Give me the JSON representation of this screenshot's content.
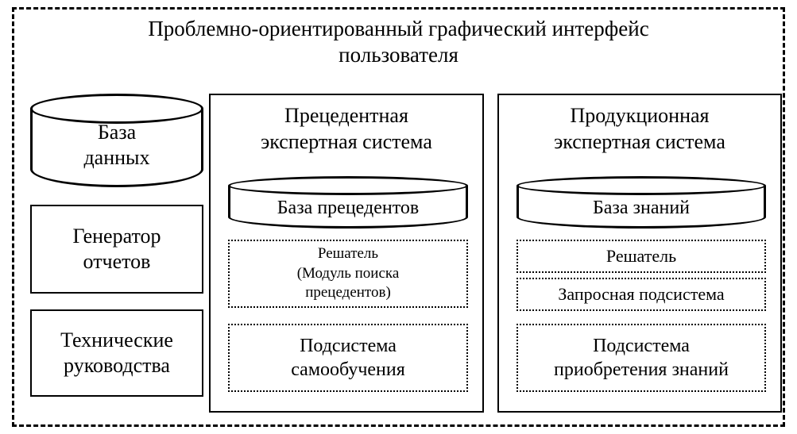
{
  "diagram": {
    "title": "Проблемно-ориентированный графический интерфейс\nпользователя",
    "left_column": {
      "database": "База\nданных",
      "report_generator": "Генератор\nотчетов",
      "technical_manuals": "Технические\nруководства"
    },
    "case_expert_system": {
      "title": "Прецедентная\nэкспертная система",
      "case_base": "База прецедентов",
      "solver": "Решатель\n(Модуль поиска\nпрецедентов)",
      "self_learning": "Подсистема\nсамообучения"
    },
    "production_expert_system": {
      "title": "Продукционная\nэкспертная система",
      "knowledge_base": "База знаний",
      "solver": "Решатель",
      "query_subsystem": "Запросная подсистема",
      "knowledge_acquisition": "Подсистема\nприобретения знаний"
    }
  }
}
